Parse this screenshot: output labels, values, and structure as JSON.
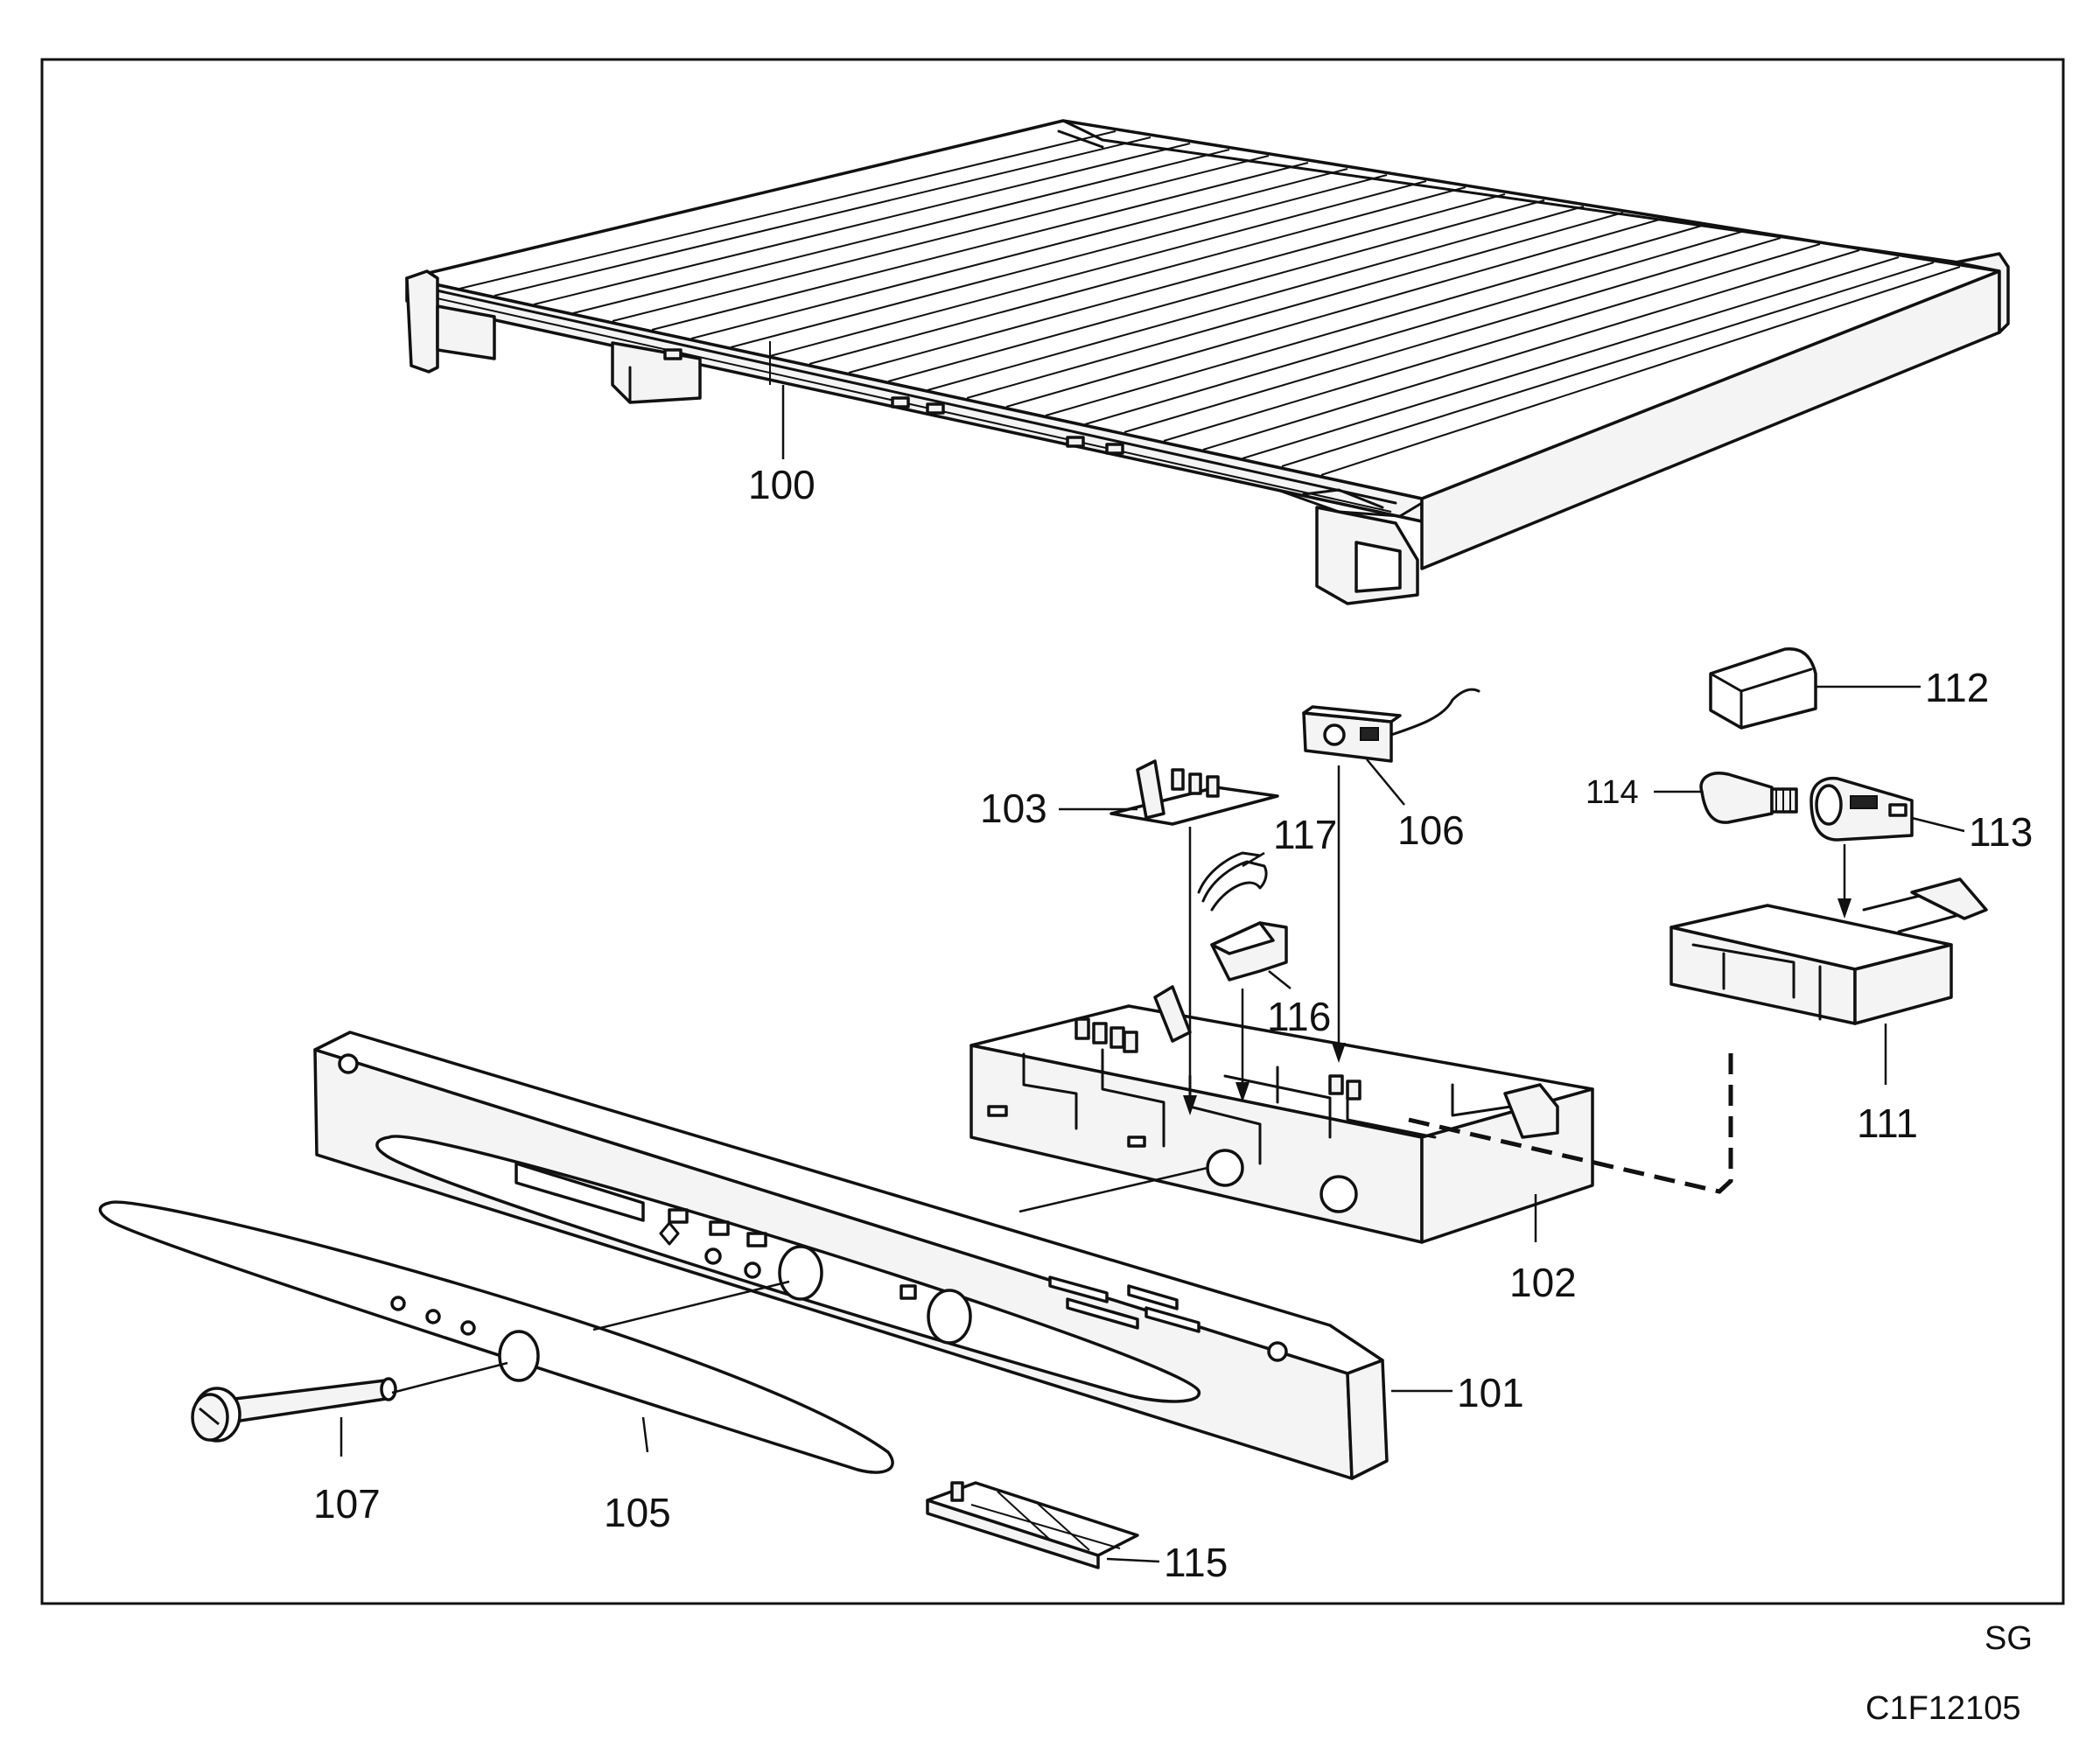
{
  "diagram": {
    "parts": [
      {
        "id": "100",
        "label": "100"
      },
      {
        "id": "101",
        "label": "101"
      },
      {
        "id": "102",
        "label": "102"
      },
      {
        "id": "103",
        "label": "103"
      },
      {
        "id": "105",
        "label": "105"
      },
      {
        "id": "106",
        "label": "106"
      },
      {
        "id": "107",
        "label": "107"
      },
      {
        "id": "111",
        "label": "111"
      },
      {
        "id": "112",
        "label": "112"
      },
      {
        "id": "113",
        "label": "113"
      },
      {
        "id": "114",
        "label": "114"
      },
      {
        "id": "115",
        "label": "115"
      },
      {
        "id": "116",
        "label": "116"
      },
      {
        "id": "117",
        "label": "117"
      }
    ],
    "footer": {
      "code1": "SG",
      "code2": "C1F12105"
    }
  }
}
